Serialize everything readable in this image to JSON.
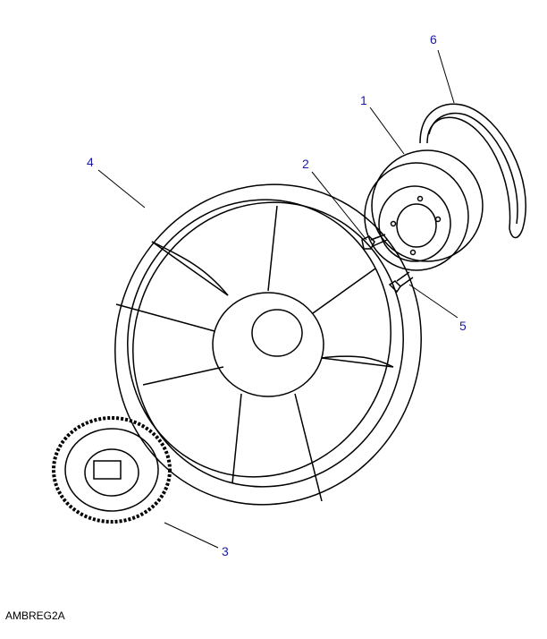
{
  "diagram": {
    "caption": "AMBREG2A",
    "callouts": {
      "c1": "1",
      "c2": "2",
      "c3": "3",
      "c4": "4",
      "c5": "5",
      "c6": "6"
    },
    "colors": {
      "callout": "#1a1aa6",
      "line": "#000000"
    }
  }
}
